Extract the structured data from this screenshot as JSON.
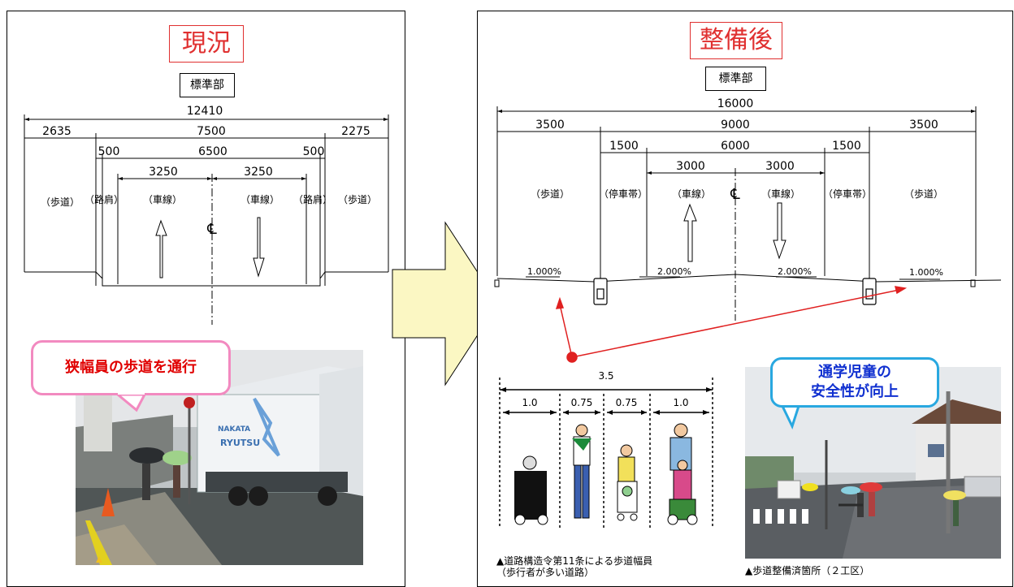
{
  "left": {
    "title": "現況",
    "section": "標準部",
    "dims": {
      "total": "12410",
      "sidewalk_left": "2635",
      "middle": "7500",
      "sidewalk_right": "2275",
      "shoulder_left": "500",
      "carriage": "6500",
      "shoulder_right": "500",
      "lane_left": "3250",
      "lane_right": "3250"
    },
    "labels": {
      "sidewalk_left": "（歩道）",
      "shoulder_left": "（路肩）",
      "lane_left": "（車線）",
      "lane_right": "（車線）",
      "shoulder_right": "（路肩）",
      "sidewalk_right": "（歩道）"
    },
    "centerline": "℄",
    "bubble": "狭幅員の歩道を通行",
    "photo_texts": {
      "truck_line1": "NAKATA",
      "truck_line2": "RYUTSU"
    }
  },
  "right": {
    "title": "整備後",
    "section": "標準部",
    "dims": {
      "total": "16000",
      "sidewalk_left": "3500",
      "middle": "9000",
      "sidewalk_right": "3500",
      "parking_left": "1500",
      "carriage": "6000",
      "parking_right": "1500",
      "lane_left": "3000",
      "lane_right": "3000"
    },
    "labels": {
      "sidewalk_left": "（歩道）",
      "parking_left": "（停車帯）",
      "lane_left": "（車線）",
      "lane_right": "（車線）",
      "parking_right": "（停車帯）",
      "sidewalk_right": "（歩道）"
    },
    "slopes": {
      "s1": "1.000%",
      "s2": "2.000%",
      "s3": "2.000%",
      "s4": "1.000%"
    },
    "centerline": "℄",
    "ped": {
      "total": "3.5",
      "w1": "1.0",
      "w2": "0.75",
      "w3": "0.75",
      "w4": "1.0"
    },
    "caption1_line1": "▲道路構造令第11条による歩道幅員",
    "caption1_line2": "（歩行者が多い道路）",
    "bubble_line1": "通学児童の",
    "bubble_line2": "安全性が向上",
    "caption2": "▲歩道整備済箇所（２工区）"
  },
  "colors": {
    "title_red": "#e03030",
    "arrow_fill": "#fbf7c3",
    "pink": "#f28ac0",
    "blue": "#29a8e0",
    "marker_red": "#e02020"
  }
}
